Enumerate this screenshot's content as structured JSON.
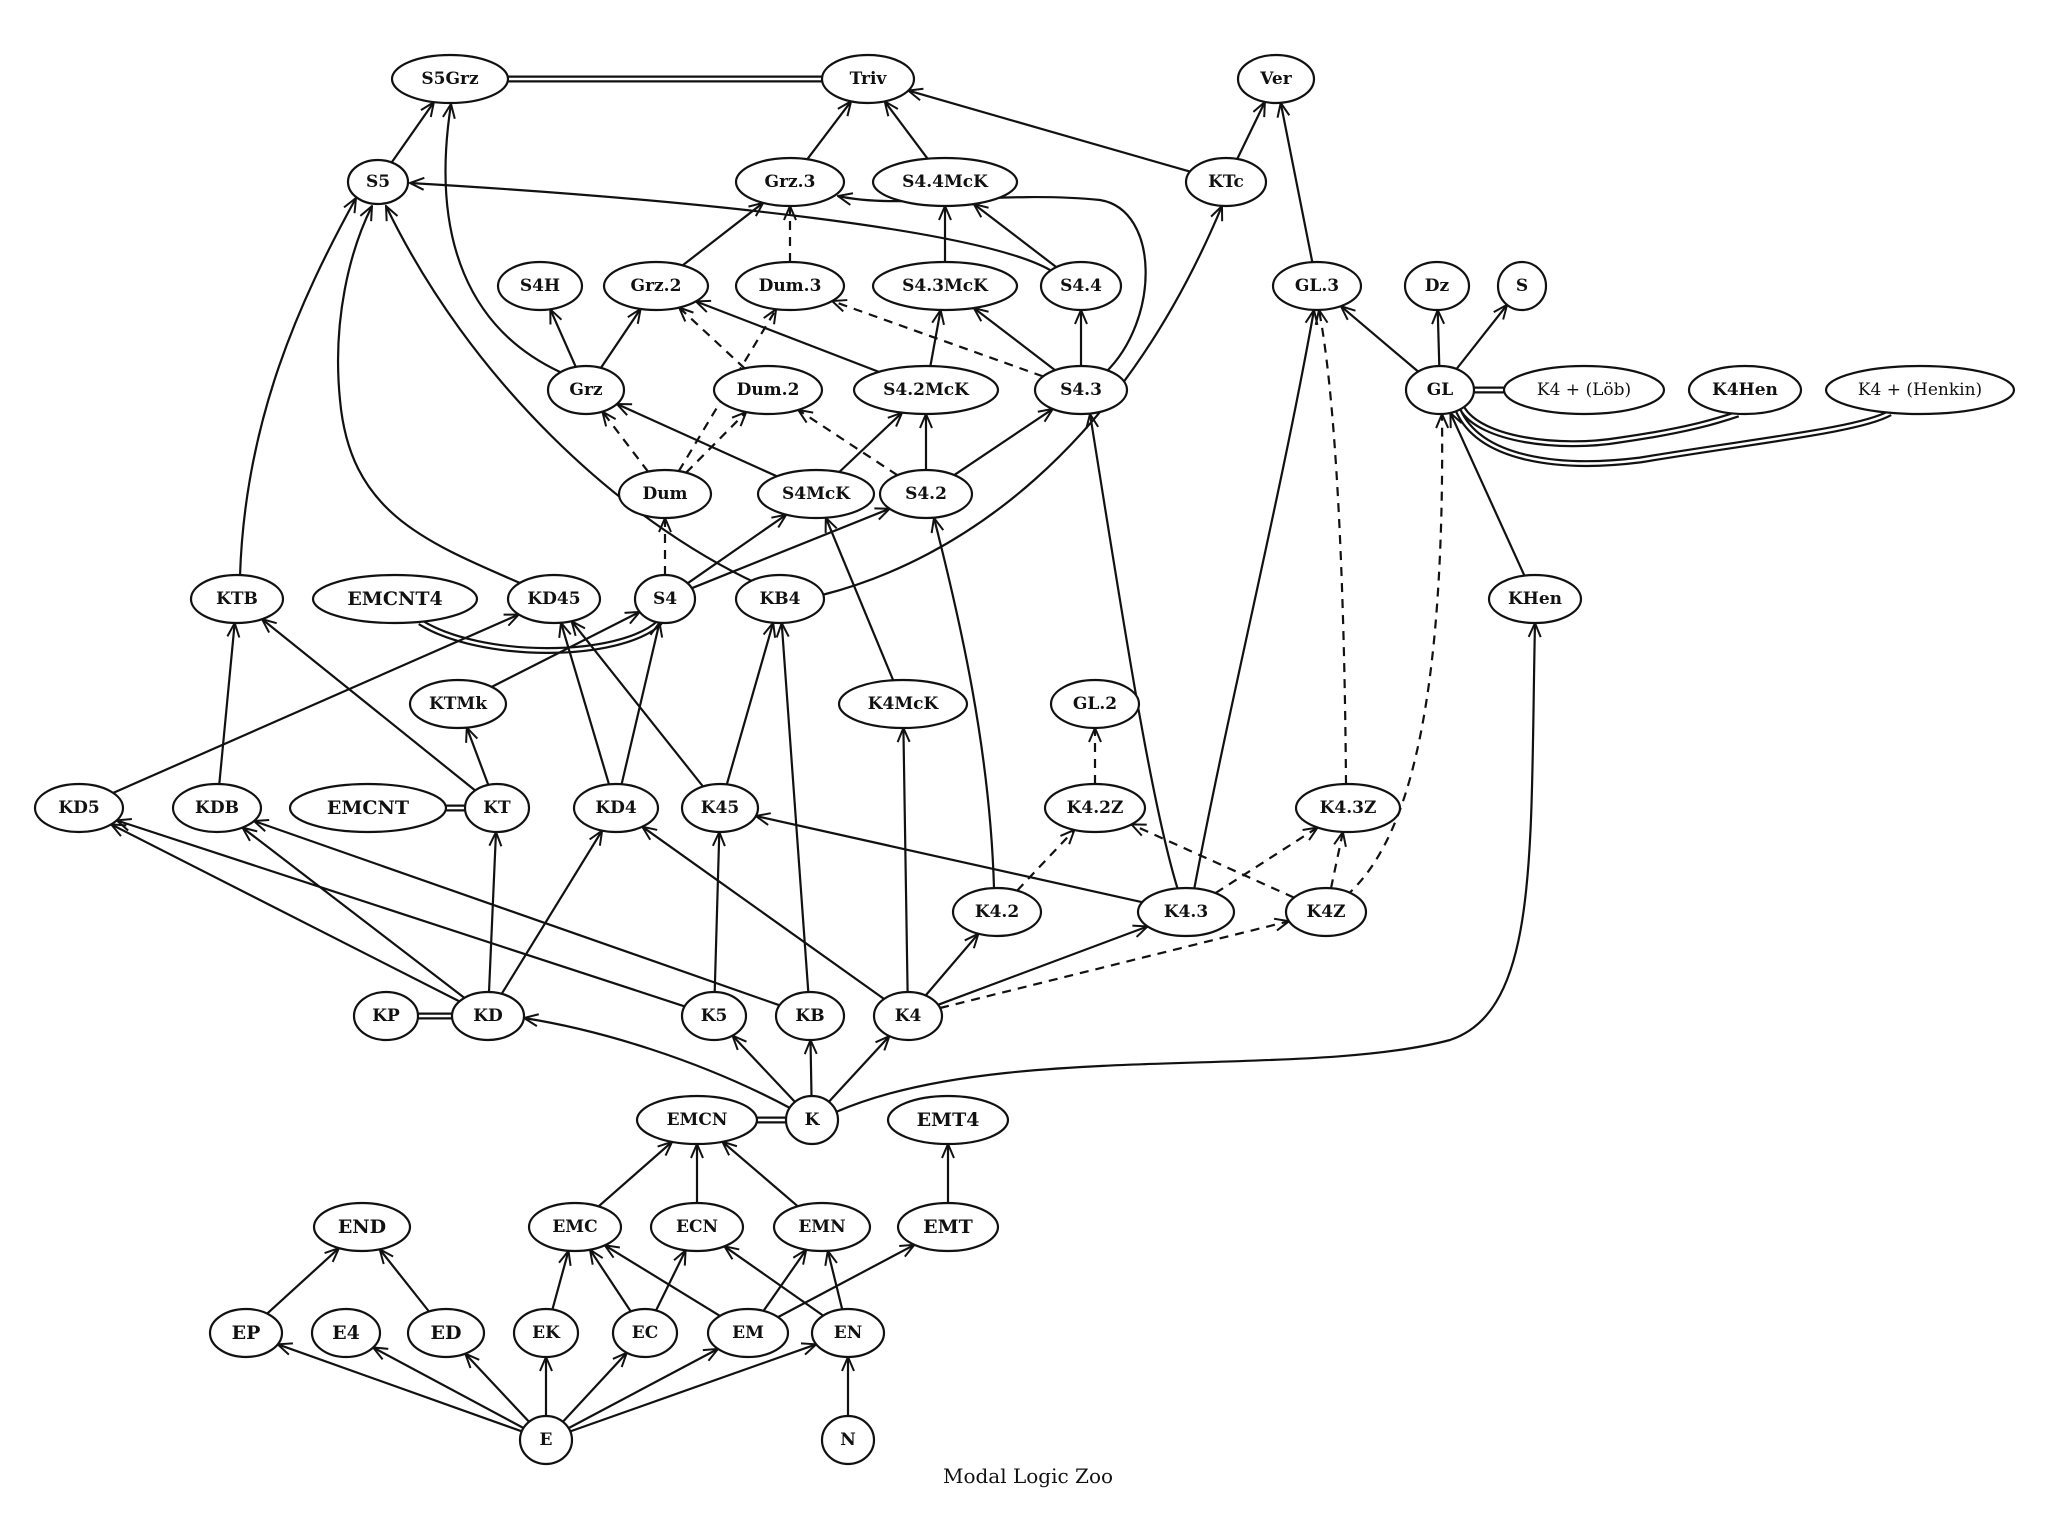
{
  "caption": "Modal Logic Zoo",
  "nodes": [
    {
      "id": "S5Grz",
      "label": "S5Grz"
    },
    {
      "id": "Triv",
      "label": "Triv"
    },
    {
      "id": "Ver",
      "label": "Ver"
    },
    {
      "id": "S5",
      "label": "S5"
    },
    {
      "id": "Grz3",
      "label": "Grz.3"
    },
    {
      "id": "S44McK",
      "label": "S4.4McK"
    },
    {
      "id": "KTc",
      "label": "KTc"
    },
    {
      "id": "S4H",
      "label": "S4H"
    },
    {
      "id": "Grz2",
      "label": "Grz.2"
    },
    {
      "id": "Dum3",
      "label": "Dum.3"
    },
    {
      "id": "S43McK",
      "label": "S4.3McK"
    },
    {
      "id": "S44",
      "label": "S4.4"
    },
    {
      "id": "GL3",
      "label": "GL.3"
    },
    {
      "id": "Dz",
      "label": "Dz"
    },
    {
      "id": "S",
      "label": "S"
    },
    {
      "id": "Grz",
      "label": "Grz"
    },
    {
      "id": "Dum2",
      "label": "Dum.2"
    },
    {
      "id": "S42McK",
      "label": "S4.2McK"
    },
    {
      "id": "S43",
      "label": "S4.3"
    },
    {
      "id": "GL",
      "label": "GL"
    },
    {
      "id": "K4Lob",
      "label": "K4 + (Löb)"
    },
    {
      "id": "K4Hen",
      "label": "K4Hen"
    },
    {
      "id": "K4Henkin",
      "label": "K4 + (Henkin)"
    },
    {
      "id": "Dum",
      "label": "Dum"
    },
    {
      "id": "S4McK",
      "label": "S4McK"
    },
    {
      "id": "S42",
      "label": "S4.2"
    },
    {
      "id": "KTB",
      "label": "KTB"
    },
    {
      "id": "EMCNT4",
      "label": "EMCNT4"
    },
    {
      "id": "KD45",
      "label": "KD45"
    },
    {
      "id": "S4",
      "label": "S4"
    },
    {
      "id": "KB4",
      "label": "KB4"
    },
    {
      "id": "KHen",
      "label": "KHen"
    },
    {
      "id": "KTMk",
      "label": "KTMk"
    },
    {
      "id": "K4McK",
      "label": "K4McK"
    },
    {
      "id": "GL2",
      "label": "GL.2"
    },
    {
      "id": "KD5",
      "label": "KD5"
    },
    {
      "id": "KDB",
      "label": "KDB"
    },
    {
      "id": "EMCNT",
      "label": "EMCNT"
    },
    {
      "id": "KT",
      "label": "KT"
    },
    {
      "id": "KD4",
      "label": "KD4"
    },
    {
      "id": "K45",
      "label": "K45"
    },
    {
      "id": "K42Z",
      "label": "K4.2Z"
    },
    {
      "id": "K43Z",
      "label": "K4.3Z"
    },
    {
      "id": "K42",
      "label": "K4.2"
    },
    {
      "id": "K43",
      "label": "K4.3"
    },
    {
      "id": "K4Z",
      "label": "K4Z"
    },
    {
      "id": "KP",
      "label": "KP"
    },
    {
      "id": "KD",
      "label": "KD"
    },
    {
      "id": "K5",
      "label": "K5"
    },
    {
      "id": "KB",
      "label": "KB"
    },
    {
      "id": "K4",
      "label": "K4"
    },
    {
      "id": "EMCN",
      "label": "EMCN"
    },
    {
      "id": "K",
      "label": "K"
    },
    {
      "id": "EMT4",
      "label": "EMT4"
    },
    {
      "id": "END",
      "label": "END"
    },
    {
      "id": "EMC",
      "label": "EMC"
    },
    {
      "id": "ECN",
      "label": "ECN"
    },
    {
      "id": "EMN",
      "label": "EMN"
    },
    {
      "id": "EMT",
      "label": "EMT"
    },
    {
      "id": "EP",
      "label": "EP"
    },
    {
      "id": "E4",
      "label": "E4"
    },
    {
      "id": "ED",
      "label": "ED"
    },
    {
      "id": "EK",
      "label": "EK"
    },
    {
      "id": "EC",
      "label": "EC"
    },
    {
      "id": "EM",
      "label": "EM"
    },
    {
      "id": "EN",
      "label": "EN"
    },
    {
      "id": "E",
      "label": "E"
    },
    {
      "id": "N",
      "label": "N"
    }
  ],
  "edges": [
    {
      "from": "S5",
      "to": "S5Grz",
      "style": "solid"
    },
    {
      "from": "Grz",
      "to": "S5Grz",
      "style": "solid"
    },
    {
      "from": "S5Grz",
      "to": "Triv",
      "style": "equivalent"
    },
    {
      "from": "Grz3",
      "to": "Triv",
      "style": "solid"
    },
    {
      "from": "S44McK",
      "to": "Triv",
      "style": "solid"
    },
    {
      "from": "KTc",
      "to": "Triv",
      "style": "solid"
    },
    {
      "from": "KTc",
      "to": "Ver",
      "style": "solid"
    },
    {
      "from": "GL3",
      "to": "Ver",
      "style": "solid"
    },
    {
      "from": "S44",
      "to": "S5",
      "style": "solid"
    },
    {
      "from": "KTB",
      "to": "S5",
      "style": "solid"
    },
    {
      "from": "KD45",
      "to": "S5",
      "style": "solid"
    },
    {
      "from": "KB4",
      "to": "S5",
      "style": "solid"
    },
    {
      "from": "Grz2",
      "to": "Grz3",
      "style": "solid"
    },
    {
      "from": "Dum3",
      "to": "Grz3",
      "style": "dashed"
    },
    {
      "from": "S43",
      "to": "Grz3",
      "style": "solid"
    },
    {
      "from": "S43McK",
      "to": "S44McK",
      "style": "solid"
    },
    {
      "from": "S44",
      "to": "S44McK",
      "style": "solid"
    },
    {
      "from": "KB4",
      "to": "KTc",
      "style": "solid"
    },
    {
      "from": "Grz",
      "to": "S4H",
      "style": "solid"
    },
    {
      "from": "Grz",
      "to": "Grz2",
      "style": "solid"
    },
    {
      "from": "Dum2",
      "to": "Grz2",
      "style": "dashed"
    },
    {
      "from": "S42McK",
      "to": "Grz2",
      "style": "solid"
    },
    {
      "from": "Dum",
      "to": "Dum3",
      "style": "dashed"
    },
    {
      "from": "S43",
      "to": "Dum3",
      "style": "dashed"
    },
    {
      "from": "S42McK",
      "to": "S43McK",
      "style": "solid"
    },
    {
      "from": "S43",
      "to": "S43McK",
      "style": "solid"
    },
    {
      "from": "S43",
      "to": "S44",
      "style": "solid"
    },
    {
      "from": "GL",
      "to": "GL3",
      "style": "solid"
    },
    {
      "from": "K43",
      "to": "GL3",
      "style": "solid"
    },
    {
      "from": "K43Z",
      "to": "GL3",
      "style": "dashed"
    },
    {
      "from": "GL",
      "to": "Dz",
      "style": "solid"
    },
    {
      "from": "GL",
      "to": "S",
      "style": "solid"
    },
    {
      "from": "Dum",
      "to": "Grz",
      "style": "dashed"
    },
    {
      "from": "S4McK",
      "to": "Grz",
      "style": "solid"
    },
    {
      "from": "Dum",
      "to": "Dum2",
      "style": "dashed"
    },
    {
      "from": "S42",
      "to": "Dum2",
      "style": "dashed"
    },
    {
      "from": "S4McK",
      "to": "S42McK",
      "style": "solid"
    },
    {
      "from": "S42",
      "to": "S42McK",
      "style": "solid"
    },
    {
      "from": "S42",
      "to": "S43",
      "style": "solid"
    },
    {
      "from": "K43",
      "to": "S43",
      "style": "solid"
    },
    {
      "from": "GL",
      "to": "K4Lob",
      "style": "equivalent"
    },
    {
      "from": "GL",
      "to": "K4Hen",
      "style": "equivalent"
    },
    {
      "from": "GL",
      "to": "K4Henkin",
      "style": "equivalent"
    },
    {
      "from": "KHen",
      "to": "GL",
      "style": "solid"
    },
    {
      "from": "K4Z",
      "to": "GL",
      "style": "dashed"
    },
    {
      "from": "S4",
      "to": "Dum",
      "style": "dashed"
    },
    {
      "from": "S4",
      "to": "S4McK",
      "style": "solid"
    },
    {
      "from": "S4",
      "to": "S42",
      "style": "solid"
    },
    {
      "from": "K4McK",
      "to": "S4McK",
      "style": "solid"
    },
    {
      "from": "K42",
      "to": "S42",
      "style": "solid"
    },
    {
      "from": "KDB",
      "to": "KTB",
      "style": "solid"
    },
    {
      "from": "KT",
      "to": "KTB",
      "style": "solid"
    },
    {
      "from": "EMCNT4",
      "to": "S4",
      "style": "equivalent"
    },
    {
      "from": "KD5",
      "to": "KD45",
      "style": "solid"
    },
    {
      "from": "KD4",
      "to": "KD45",
      "style": "solid"
    },
    {
      "from": "K45",
      "to": "KD45",
      "style": "solid"
    },
    {
      "from": "KTMk",
      "to": "S4",
      "style": "solid"
    },
    {
      "from": "KD4",
      "to": "S4",
      "style": "solid"
    },
    {
      "from": "K45",
      "to": "KB4",
      "style": "solid"
    },
    {
      "from": "KB",
      "to": "KB4",
      "style": "solid"
    },
    {
      "from": "K",
      "to": "KHen",
      "style": "solid"
    },
    {
      "from": "KT",
      "to": "KTMk",
      "style": "solid"
    },
    {
      "from": "K4",
      "to": "K4McK",
      "style": "solid"
    },
    {
      "from": "K42Z",
      "to": "GL2",
      "style": "dashed"
    },
    {
      "from": "EMCNT",
      "to": "KT",
      "style": "equivalent"
    },
    {
      "from": "KD",
      "to": "KT",
      "style": "solid"
    },
    {
      "from": "KD",
      "to": "KD4",
      "style": "solid"
    },
    {
      "from": "K4",
      "to": "KD4",
      "style": "solid"
    },
    {
      "from": "K5",
      "to": "K45",
      "style": "solid"
    },
    {
      "from": "K43",
      "to": "K45",
      "style": "solid"
    },
    {
      "from": "K42",
      "to": "K42Z",
      "style": "dashed"
    },
    {
      "from": "K4Z",
      "to": "K42Z",
      "style": "dashed"
    },
    {
      "from": "K43",
      "to": "K43Z",
      "style": "dashed"
    },
    {
      "from": "K4Z",
      "to": "K43Z",
      "style": "dashed"
    },
    {
      "from": "KD",
      "to": "KD5",
      "style": "solid"
    },
    {
      "from": "K5",
      "to": "KD5",
      "style": "solid"
    },
    {
      "from": "KD",
      "to": "KDB",
      "style": "solid"
    },
    {
      "from": "KB",
      "to": "KDB",
      "style": "solid"
    },
    {
      "from": "K4",
      "to": "K42",
      "style": "solid"
    },
    {
      "from": "K4",
      "to": "K43",
      "style": "solid"
    },
    {
      "from": "K4",
      "to": "K4Z",
      "style": "dashed"
    },
    {
      "from": "KP",
      "to": "KD",
      "style": "equivalent"
    },
    {
      "from": "K",
      "to": "KD",
      "style": "solid"
    },
    {
      "from": "K",
      "to": "K5",
      "style": "solid"
    },
    {
      "from": "K",
      "to": "KB",
      "style": "solid"
    },
    {
      "from": "K",
      "to": "K4",
      "style": "solid"
    },
    {
      "from": "EMCN",
      "to": "K",
      "style": "equivalent"
    },
    {
      "from": "EMC",
      "to": "EMCN",
      "style": "solid"
    },
    {
      "from": "ECN",
      "to": "EMCN",
      "style": "solid"
    },
    {
      "from": "EMN",
      "to": "EMCN",
      "style": "solid"
    },
    {
      "from": "EMT",
      "to": "EMT4",
      "style": "solid"
    },
    {
      "from": "EP",
      "to": "END",
      "style": "solid"
    },
    {
      "from": "ED",
      "to": "END",
      "style": "solid"
    },
    {
      "from": "EK",
      "to": "EMC",
      "style": "solid"
    },
    {
      "from": "EC",
      "to": "EMC",
      "style": "solid"
    },
    {
      "from": "EM",
      "to": "EMC",
      "style": "solid"
    },
    {
      "from": "EC",
      "to": "ECN",
      "style": "solid"
    },
    {
      "from": "EN",
      "to": "ECN",
      "style": "solid"
    },
    {
      "from": "EM",
      "to": "EMN",
      "style": "solid"
    },
    {
      "from": "EN",
      "to": "EMN",
      "style": "solid"
    },
    {
      "from": "EM",
      "to": "EMT",
      "style": "solid"
    },
    {
      "from": "E",
      "to": "EP",
      "style": "solid"
    },
    {
      "from": "E",
      "to": "E4",
      "style": "solid"
    },
    {
      "from": "E",
      "to": "ED",
      "style": "solid"
    },
    {
      "from": "E",
      "to": "EK",
      "style": "solid"
    },
    {
      "from": "E",
      "to": "EC",
      "style": "solid"
    },
    {
      "from": "E",
      "to": "EM",
      "style": "solid"
    },
    {
      "from": "E",
      "to": "EN",
      "style": "solid"
    },
    {
      "from": "N",
      "to": "EN",
      "style": "solid"
    }
  ]
}
